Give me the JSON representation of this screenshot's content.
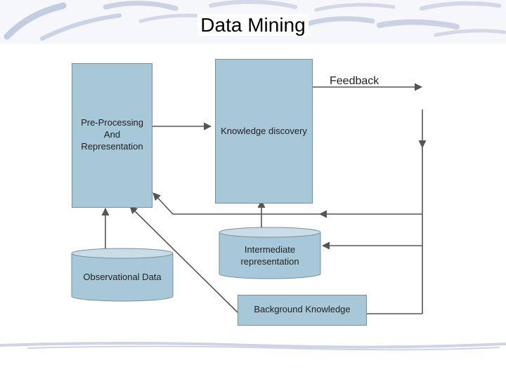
{
  "slide": {
    "title": "Data Mining"
  },
  "diagram": {
    "preprocessing_lines": [
      "Pre-Processing",
      "And",
      "Representation"
    ],
    "knowledge_discovery": "Knowledge discovery",
    "feedback": "Feedback",
    "intermediate_lines": [
      "Intermediate",
      "representation"
    ],
    "observational_data": "Observational Data",
    "background_knowledge": "Background Knowledge"
  },
  "colors": {
    "box_fill": "#a7c8d9",
    "cylinder_fill": "#a7c8d9",
    "arrow": "#555555",
    "header_swoosh": "#aeb9d4"
  }
}
